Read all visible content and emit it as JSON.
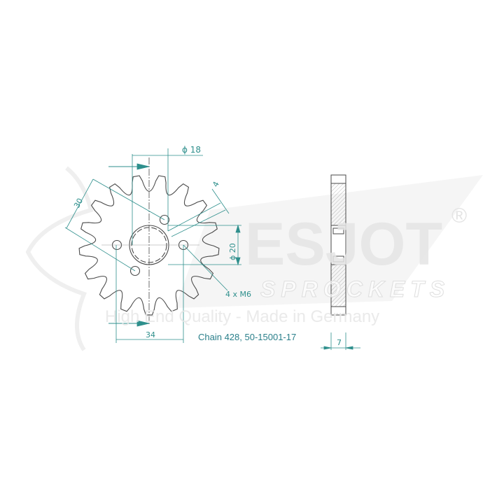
{
  "colors": {
    "dimension": "#2e8f8c",
    "drawing": "#4a4a4a",
    "watermark": "#ececec",
    "caption": "#2a7f8a"
  },
  "watermark": {
    "brand": "ESJOT",
    "registered": "®",
    "subtitle": "SPROCKETS",
    "slogan": "High End Quality - Made in Germany"
  },
  "sprocket": {
    "teeth": 17
  },
  "dimensions": {
    "pilot_diameter": "ϕ 18",
    "bolt_spacing": "30",
    "offset": "4",
    "spline_diameter": "ϕ 20",
    "bolts": "4 x M6",
    "width": "34",
    "thickness": "7"
  },
  "caption": "Chain 428, 50-15001-17"
}
